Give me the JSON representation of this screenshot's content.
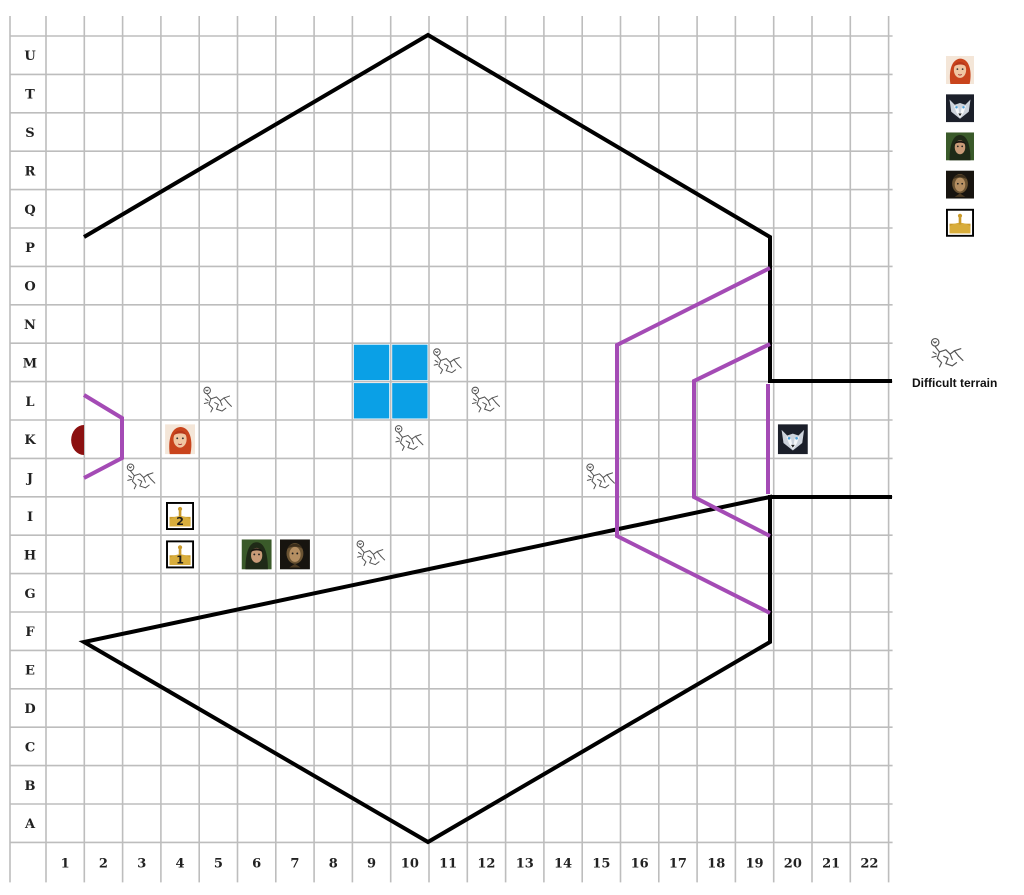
{
  "grid": {
    "columns": [
      "1",
      "2",
      "3",
      "4",
      "5",
      "6",
      "7",
      "8",
      "9",
      "10",
      "11",
      "12",
      "13",
      "14",
      "15",
      "16",
      "17",
      "18",
      "19",
      "20",
      "21",
      "22"
    ],
    "rows_top_to_bottom": [
      "U",
      "T",
      "S",
      "R",
      "Q",
      "P",
      "O",
      "N",
      "M",
      "L",
      "K",
      "J",
      "I",
      "H",
      "G",
      "F",
      "E",
      "D",
      "C",
      "B",
      "A"
    ]
  },
  "colors": {
    "wall": "#000000",
    "zone_outline": "#a44bb5",
    "water": "#0aa0e6",
    "entry_marker": "#8b1010",
    "grid_line": "#bdbdbd"
  },
  "tokens": [
    {
      "id": "redhead-hero",
      "icon": "red-haired-woman-portrait-icon",
      "col": "4",
      "row": "K"
    },
    {
      "id": "wolf-enemy",
      "icon": "wolf-portrait-icon",
      "col": "20",
      "row": "K"
    },
    {
      "id": "hooded-archer",
      "icon": "hooded-man-portrait-icon",
      "col": "6",
      "row": "H"
    },
    {
      "id": "dark-warrior",
      "icon": "dark-warrior-portrait-icon",
      "col": "7",
      "row": "H"
    },
    {
      "id": "objective-1",
      "icon": "gold-objective-icon",
      "col": "4",
      "row": "H",
      "number": "1"
    },
    {
      "id": "objective-2",
      "icon": "gold-objective-icon",
      "col": "4",
      "row": "I",
      "number": "2"
    }
  ],
  "difficult_terrain": [
    {
      "col": "5",
      "row": "L"
    },
    {
      "col": "3",
      "row": "J"
    },
    {
      "col": "11",
      "row": "M"
    },
    {
      "col": "12",
      "row": "L"
    },
    {
      "col": "10",
      "row": "K"
    },
    {
      "col": "15",
      "row": "J"
    },
    {
      "col": "9",
      "row": "H"
    }
  ],
  "water_tiles": [
    {
      "col": "9",
      "row": "M"
    },
    {
      "col": "10",
      "row": "M"
    },
    {
      "col": "9",
      "row": "L"
    },
    {
      "col": "10",
      "row": "L"
    }
  ],
  "legend": {
    "icons": [
      "red-haired-woman-portrait-icon",
      "wolf-portrait-icon",
      "hooded-man-portrait-icon",
      "dark-warrior-portrait-icon",
      "gold-objective-icon"
    ],
    "difficult_terrain_label": "Difficult terrain"
  }
}
